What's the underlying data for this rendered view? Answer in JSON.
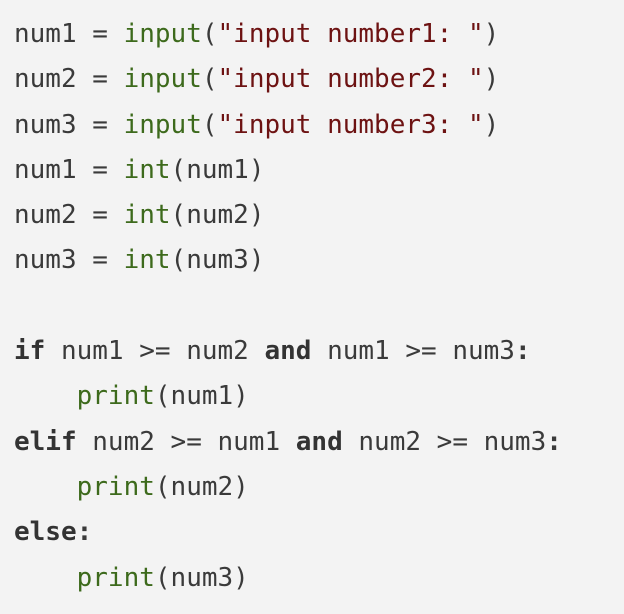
{
  "code": {
    "lines": [
      {
        "tokens": [
          {
            "type": "plain",
            "text": "num1 = "
          },
          {
            "type": "fn",
            "text": "input"
          },
          {
            "type": "plain",
            "text": "("
          },
          {
            "type": "str",
            "text": "\"input number1: \""
          },
          {
            "type": "plain",
            "text": ")"
          }
        ]
      },
      {
        "tokens": [
          {
            "type": "plain",
            "text": "num2 = "
          },
          {
            "type": "fn",
            "text": "input"
          },
          {
            "type": "plain",
            "text": "("
          },
          {
            "type": "str",
            "text": "\"input number2: \""
          },
          {
            "type": "plain",
            "text": ")"
          }
        ]
      },
      {
        "tokens": [
          {
            "type": "plain",
            "text": "num3 = "
          },
          {
            "type": "fn",
            "text": "input"
          },
          {
            "type": "plain",
            "text": "("
          },
          {
            "type": "str",
            "text": "\"input number3: \""
          },
          {
            "type": "plain",
            "text": ")"
          }
        ]
      },
      {
        "tokens": [
          {
            "type": "plain",
            "text": "num1 = "
          },
          {
            "type": "fn",
            "text": "int"
          },
          {
            "type": "plain",
            "text": "(num1)"
          }
        ]
      },
      {
        "tokens": [
          {
            "type": "plain",
            "text": "num2 = "
          },
          {
            "type": "fn",
            "text": "int"
          },
          {
            "type": "plain",
            "text": "(num2)"
          }
        ]
      },
      {
        "tokens": [
          {
            "type": "plain",
            "text": "num3 = "
          },
          {
            "type": "fn",
            "text": "int"
          },
          {
            "type": "plain",
            "text": "(num3)"
          }
        ]
      },
      {
        "tokens": []
      },
      {
        "tokens": [
          {
            "type": "kw",
            "text": "if"
          },
          {
            "type": "plain",
            "text": " num1 >= num2 "
          },
          {
            "type": "kw",
            "text": "and"
          },
          {
            "type": "plain",
            "text": " num1 >= num3"
          },
          {
            "type": "colon",
            "text": ":"
          }
        ]
      },
      {
        "tokens": [
          {
            "type": "plain",
            "text": "    "
          },
          {
            "type": "fn",
            "text": "print"
          },
          {
            "type": "plain",
            "text": "(num1)"
          }
        ]
      },
      {
        "tokens": [
          {
            "type": "kw",
            "text": "elif"
          },
          {
            "type": "plain",
            "text": " num2 >= num1 "
          },
          {
            "type": "kw",
            "text": "and"
          },
          {
            "type": "plain",
            "text": " num2 >= num3"
          },
          {
            "type": "colon",
            "text": ":"
          }
        ]
      },
      {
        "tokens": [
          {
            "type": "plain",
            "text": "    "
          },
          {
            "type": "fn",
            "text": "print"
          },
          {
            "type": "plain",
            "text": "(num2)"
          }
        ]
      },
      {
        "tokens": [
          {
            "type": "kw",
            "text": "else"
          },
          {
            "type": "colon",
            "text": ":"
          }
        ]
      },
      {
        "tokens": [
          {
            "type": "plain",
            "text": "    "
          },
          {
            "type": "fn",
            "text": "print"
          },
          {
            "type": "plain",
            "text": "(num3)"
          }
        ]
      }
    ]
  },
  "colors": {
    "background": "#f3f3f3",
    "builtin_function": "#3d6a1c",
    "string_literal": "#6d1212",
    "keyword": "#333333",
    "plain_text": "#3a3a3a"
  }
}
